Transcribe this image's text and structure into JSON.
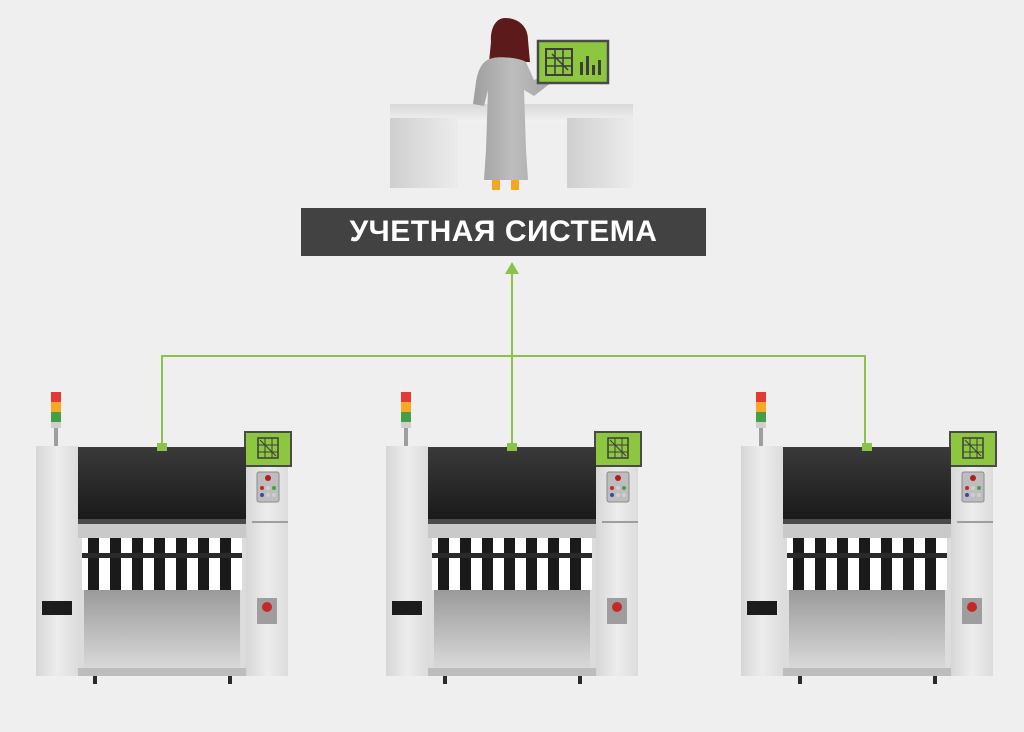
{
  "diagram": {
    "system_label": "УЧЕТНАЯ СИСТЕМА",
    "machine_count": 3,
    "colors": {
      "background": "#efefef",
      "label_background": "#424242",
      "label_text": "#ffffff",
      "connector": "#8bc34a",
      "screen": "#8dc63f",
      "machine_body": "#e2e2e2",
      "machine_top": "#1f1f1f",
      "signal_red": "#e53935",
      "signal_yellow": "#f9a825",
      "signal_green": "#43a047"
    },
    "icons": [
      "operator-figure",
      "terminal-screen-icon",
      "smt-machine",
      "signal-tower-icon",
      "control-panel-screen-icon"
    ]
  }
}
